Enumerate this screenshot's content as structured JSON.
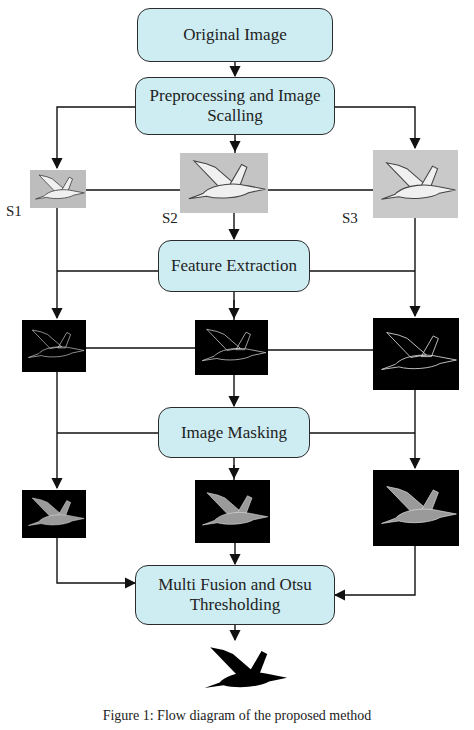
{
  "diagram": {
    "caption": "Figure 1: Flow diagram of the proposed method",
    "nodes": [
      {
        "text": [
          "Original Image"
        ]
      },
      {
        "text": [
          "Preprocessing and Image Scalling"
        ]
      },
      {
        "text": [
          "Feature Extraction"
        ]
      },
      {
        "text": [
          "Image Masking"
        ]
      },
      {
        "text": [
          "Multi Fusion and Otsu Thresholding"
        ]
      }
    ],
    "edges": [
      {
        "from": 0,
        "to": 1,
        "arrow": "to"
      },
      {
        "from": 1,
        "to": 2,
        "arrow": "to"
      },
      {
        "from": 2,
        "to": 3,
        "arrow": "to"
      },
      {
        "from": 3,
        "to": 4,
        "arrow": "to"
      }
    ],
    "labels": [
      "S1",
      "S2",
      "S3"
    ]
  }
}
